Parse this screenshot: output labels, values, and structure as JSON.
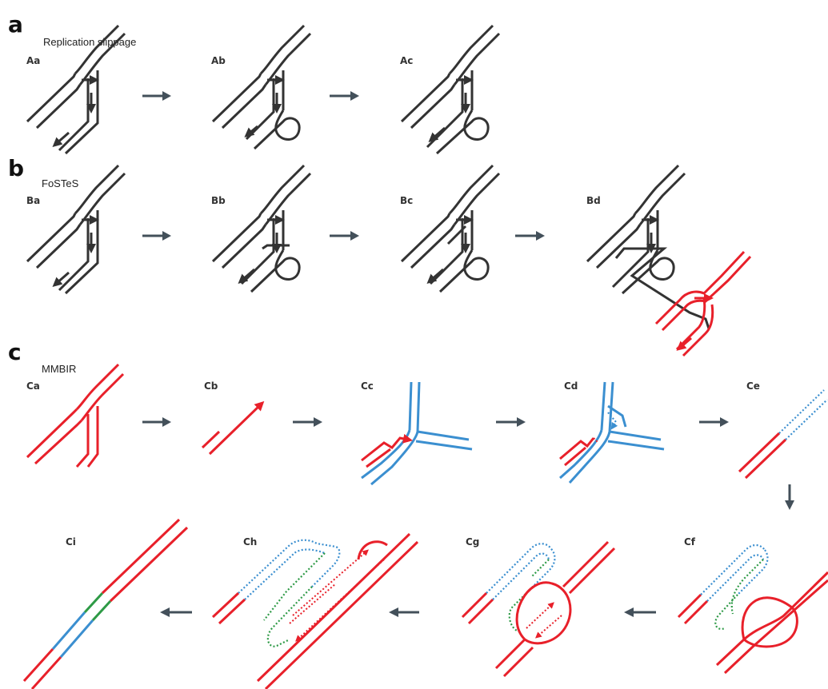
{
  "sections": [
    {
      "letter": "a",
      "title": "Replication slippage"
    },
    {
      "letter": "b",
      "title": "FoSTeS"
    },
    {
      "letter": "c",
      "title": "MMBIR"
    }
  ],
  "panels": {
    "Aa": "Aa",
    "Ab": "Ab",
    "Ac": "Ac",
    "Ba": "Ba",
    "Bb": "Bb",
    "Bc": "Bc",
    "Bd": "Bd",
    "Ca": "Ca",
    "Cb": "Cb",
    "Cc": "Cc",
    "Cd": "Cd",
    "Ce": "Ce",
    "Cf": "Cf",
    "Cg": "Cg",
    "Ch": "Ch",
    "Ci": "Ci"
  },
  "colors": {
    "template_black": "#333333",
    "strand_red": "#e8202a",
    "strand_blue": "#3b8fd0",
    "strand_green": "#2e9a46",
    "arrow": "#43505a"
  }
}
